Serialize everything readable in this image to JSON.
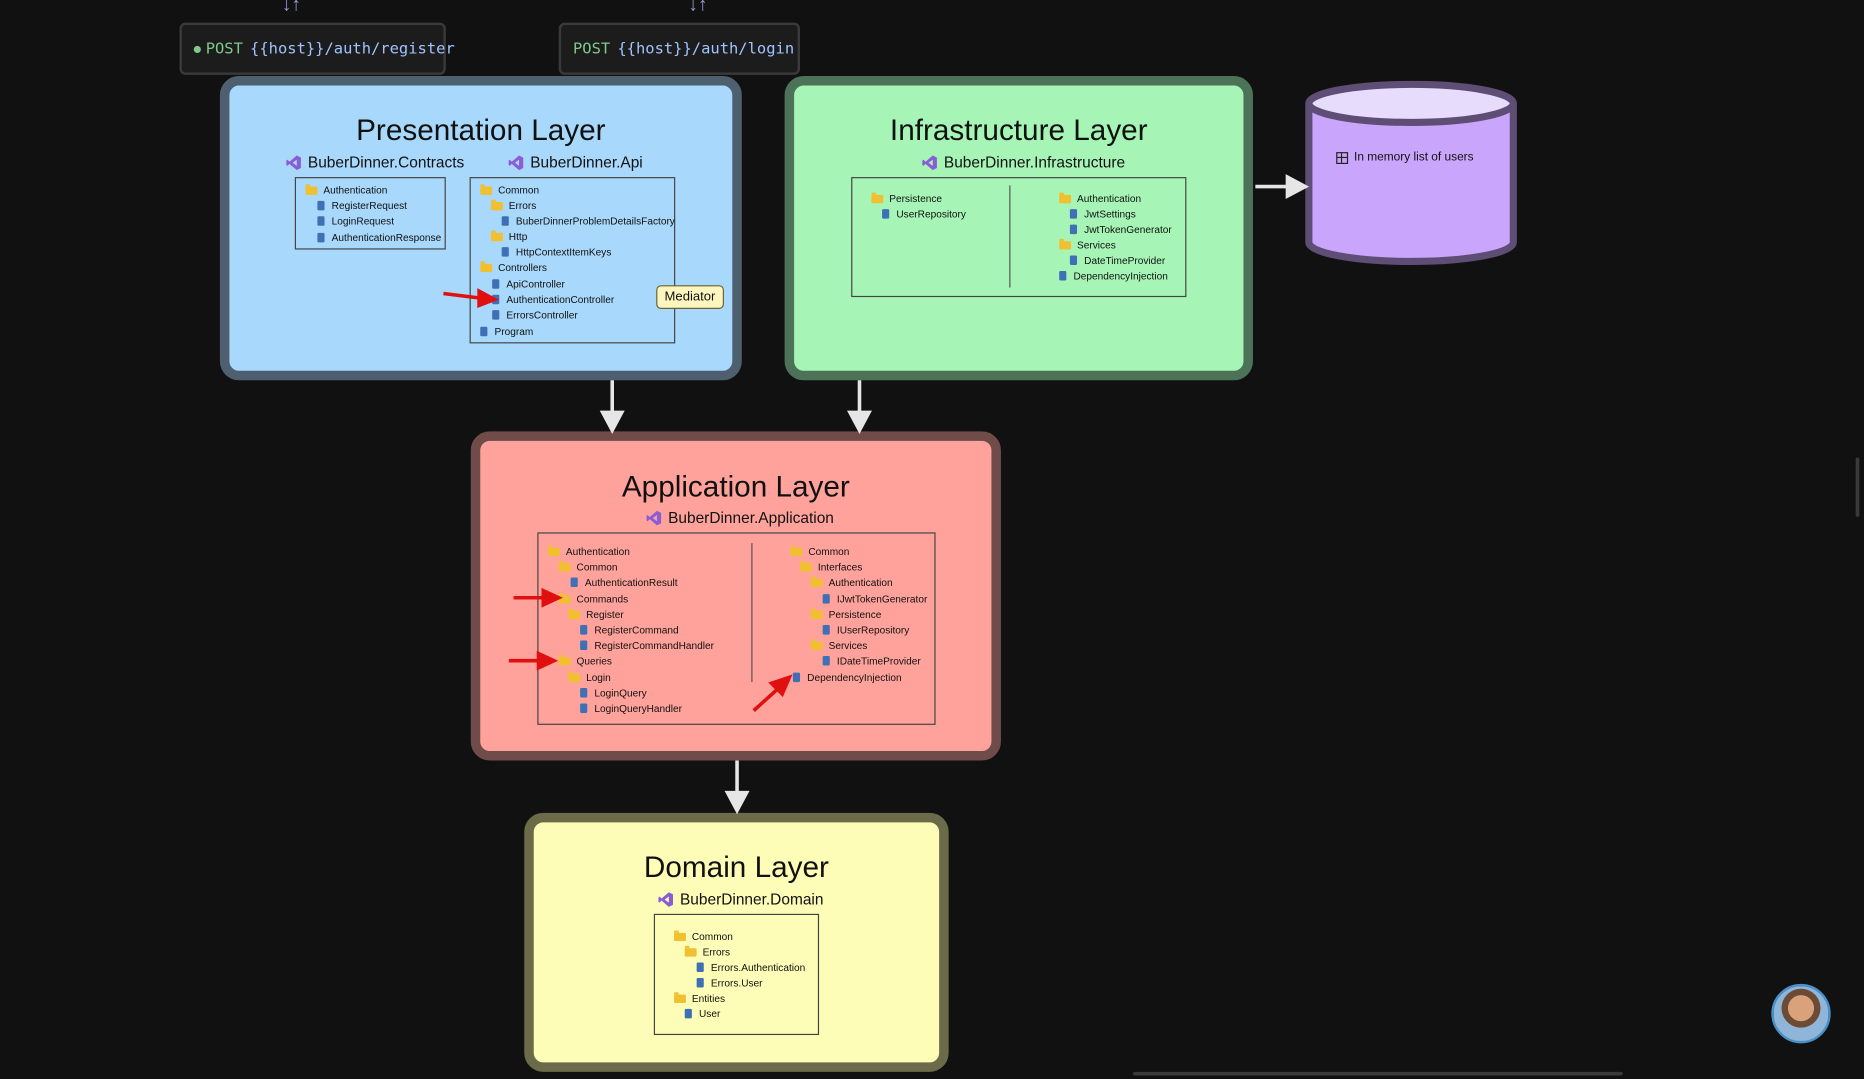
{
  "requests": [
    {
      "method": "POST",
      "url": "{{host}}/auth/register"
    },
    {
      "method": "POST",
      "url": "{{host}}/auth/login"
    }
  ],
  "presentation": {
    "title": "Presentation Layer",
    "contracts": {
      "project": "BuberDinner.Contracts",
      "tree": [
        "Authentication",
        "RegisterRequest",
        "LoginRequest",
        "AuthenticationResponse"
      ]
    },
    "api": {
      "project": "BuberDinner.Api",
      "tree": [
        "Common",
        "Errors",
        "BuberDinnerProblemDetailsFactory",
        "Http",
        "HttpContextItemKeys",
        "Controllers",
        "ApiController",
        "AuthenticationController",
        "ErrorsController",
        "Program"
      ]
    },
    "badge": "Mediator"
  },
  "infrastructure": {
    "title": "Infrastructure Layer",
    "project": "BuberDinner.Infrastructure",
    "left_tree": [
      "Persistence",
      "UserRepository"
    ],
    "right_tree": [
      "Authentication",
      "JwtSettings",
      "JwtTokenGenerator",
      "Services",
      "DateTimeProvider",
      "DependencyInjection"
    ]
  },
  "database": {
    "label": "In memory list of users"
  },
  "application": {
    "title": "Application Layer",
    "project": "BuberDinner.Application",
    "left_tree": [
      "Authentication",
      "Common",
      "AuthenticationResult",
      "Commands",
      "Register",
      "RegisterCommand",
      "RegisterCommandHandler",
      "Queries",
      "Login",
      "LoginQuery",
      "LoginQueryHandler"
    ],
    "right_tree": [
      "Common",
      "Interfaces",
      "Authentication",
      "IJwtTokenGenerator",
      "Persistence",
      "IUserRepository",
      "Services",
      "IDateTimeProvider",
      "DependencyInjection"
    ]
  },
  "domain": {
    "title": "Domain Layer",
    "project": "BuberDinner.Domain",
    "tree": [
      "Common",
      "Errors",
      "Errors.Authentication",
      "Errors.User",
      "Entities",
      "User"
    ]
  },
  "colors": {
    "presentation_fill": "#a8d8fb",
    "presentation_border": "#4e5f70",
    "infrastructure_fill": "#a6f5b6",
    "infrastructure_border": "#4c7257",
    "application_fill": "#ffa29b",
    "application_border": "#6f4b49",
    "domain_fill": "#fdfdb7",
    "domain_border": "#6b6b49",
    "database_fill": "#c9a5fb",
    "highlight_arrow": "#e01010"
  }
}
